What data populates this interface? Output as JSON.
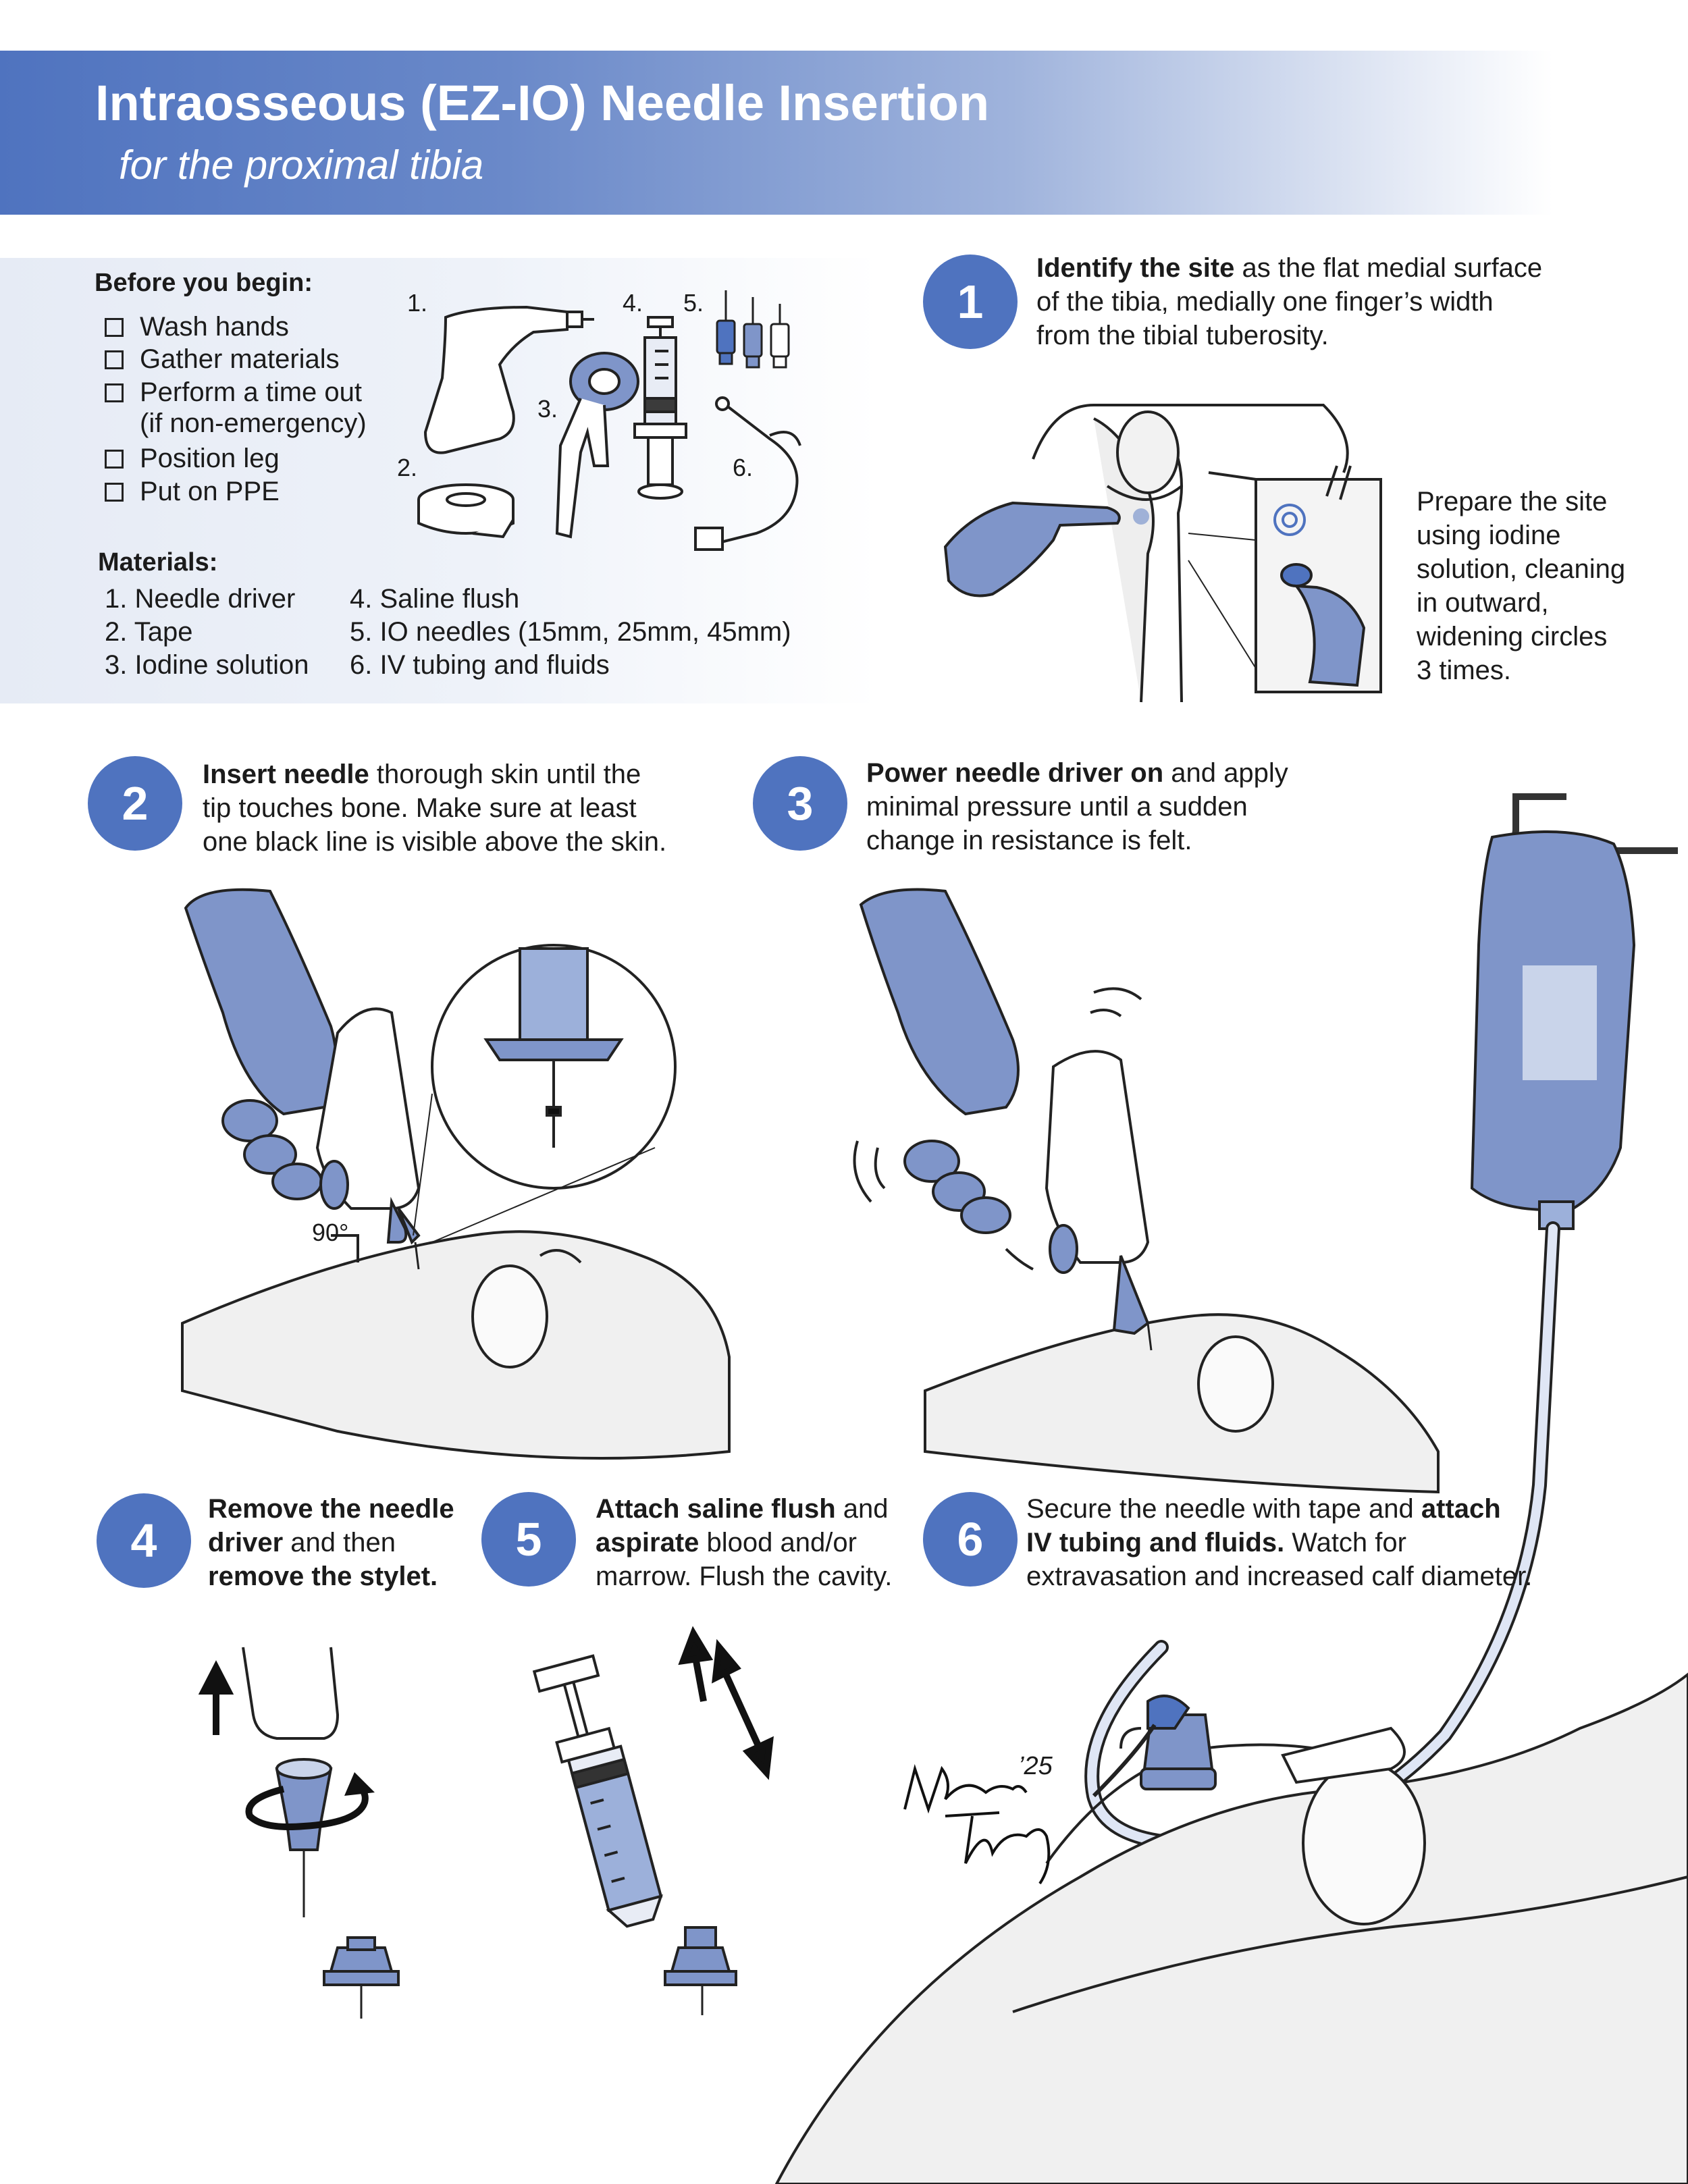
{
  "header": {
    "title": "Intraosseous (EZ-IO) Needle Insertion",
    "subtitle": "for the proximal tibia"
  },
  "before": {
    "heading": "Before you begin:",
    "items": [
      "Wash hands",
      "Gather materials",
      "Perform a time out",
      "(if non-emergency)",
      "Position leg",
      "Put on PPE"
    ]
  },
  "materials": {
    "heading": "Materials:",
    "col1": [
      "1. Needle driver",
      "2. Tape",
      "3. Iodine solution"
    ],
    "col2": [
      "4. Saline flush",
      "5. IO needles (15mm, 25mm, 45mm)",
      "6. IV tubing and fluids"
    ],
    "labels": [
      "1.",
      "2.",
      "3.",
      "4.",
      "5.",
      "6."
    ]
  },
  "steps": {
    "s1": {
      "num": "1",
      "bold": "Identify the site",
      "l1": " as the flat medial surface",
      "l2": "of the tibia, medially one finger’s width",
      "l3": "from the tibial tuberosity."
    },
    "prep": {
      "bold": "Prepare the site",
      "l1": "using iodine",
      "l2": "solution, cleaning",
      "l3": "in outward,",
      "l4": "widening circles",
      "l5": "3 times."
    },
    "s2": {
      "num": "2",
      "bold": "Insert needle",
      "l1": " thorough skin until the",
      "l2": "tip touches bone. Make sure at least",
      "l3": "one black line is visible above the skin.",
      "angle": "90°"
    },
    "s3": {
      "num": "3",
      "bold": "Power needle driver on",
      "l1": " and apply",
      "l2": "minimal pressure until a sudden",
      "l3": "change in resistance is felt."
    },
    "s4": {
      "num": "4",
      "bold1": "Remove the needle",
      "bold2": "driver",
      "l2": " and then",
      "bold3": "remove the stylet."
    },
    "s5": {
      "num": "5",
      "bold1": "Attach saline flush",
      "l1": " and",
      "bold2": "aspirate",
      "l2": " blood and/or",
      "l3": "marrow. Flush the cavity."
    },
    "s6": {
      "num": "6",
      "l1": "Secure the needle with tape and ",
      "bold1": "attach",
      "bold2": "IV tubing and fluids.",
      "l2": " Watch for",
      "l3": "extravasation and increased calf diameter."
    }
  },
  "signature": {
    "year": "’25"
  },
  "colors": {
    "accent": "#4f73bf",
    "glove": "#7f95c9",
    "glove_dark": "#4d5f8f",
    "bone": "#eaeaea"
  }
}
